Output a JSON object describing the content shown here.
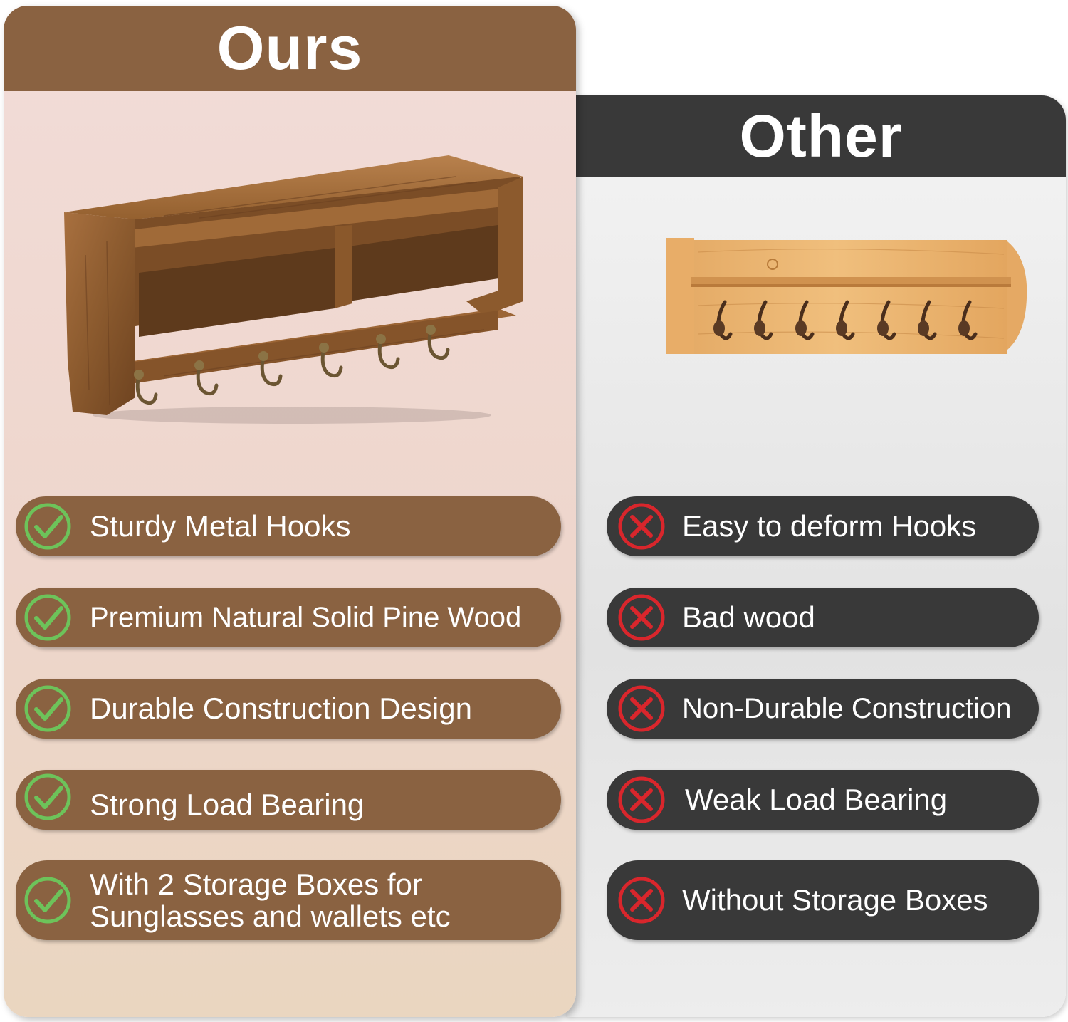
{
  "ours": {
    "title": "Ours",
    "colors": {
      "header": "#8a6241",
      "check": "#6dc35a"
    },
    "features": [
      {
        "text": "Sturdy Metal Hooks",
        "icon": "check-circle-icon"
      },
      {
        "text": "Premium Natural Solid Pine Wood",
        "icon": "check-circle-icon"
      },
      {
        "text": "Durable Construction Design",
        "icon": "check-circle-icon"
      },
      {
        "text": "Strong Load Bearing",
        "icon": "check-circle-icon"
      },
      {
        "text": "With 2 Storage Boxes for Sunglasses and wallets etc",
        "icon": "check-circle-icon"
      }
    ]
  },
  "other": {
    "title": "Other",
    "colors": {
      "header": "#393939",
      "cross": "#d9262c"
    },
    "features": [
      {
        "text": "Easy to deform Hooks",
        "icon": "x-circle-icon"
      },
      {
        "text": "Bad wood",
        "icon": "x-circle-icon"
      },
      {
        "text": "Non-Durable Construction",
        "icon": "x-circle-icon"
      },
      {
        "text": "Weak Load Bearing",
        "icon": "x-circle-icon"
      },
      {
        "text": "Without Storage Boxes",
        "icon": "x-circle-icon"
      }
    ]
  }
}
